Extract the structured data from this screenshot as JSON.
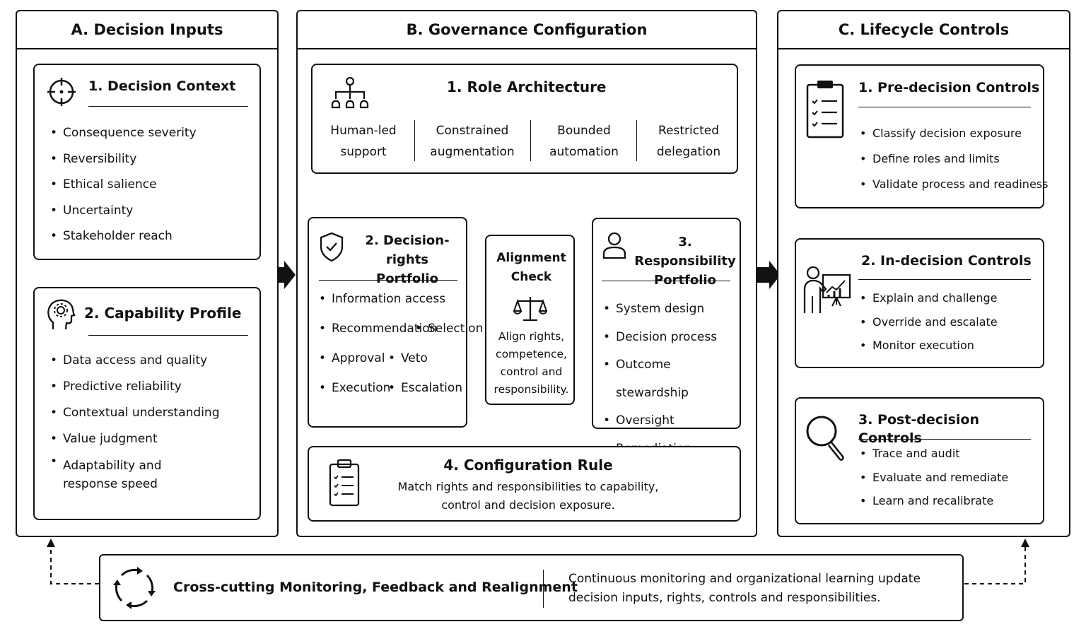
{
  "panelA": {
    "header": "A. Decision Inputs",
    "decision_context": {
      "title": "1. Decision Context",
      "items": [
        "Consequence severity",
        "Reversibility",
        "Ethical salience",
        "Uncertainty",
        "Stakeholder reach"
      ]
    },
    "capability_profile": {
      "title": "2. Capability Profile",
      "items": [
        "Data access and quality",
        "Predictive reliability",
        "Contextual understanding",
        "Value judgment",
        "Adaptability and",
        "response speed"
      ]
    }
  },
  "panelB": {
    "header": "B. Governance Configuration",
    "role_architecture": {
      "title": "1. Role Architecture",
      "roles": [
        {
          "line1": "Human-led",
          "line2": "support"
        },
        {
          "line1": "Constrained",
          "line2": "augmentation"
        },
        {
          "line1": "Bounded",
          "line2": "automation"
        },
        {
          "line1": "Restricted",
          "line2": "delegation"
        }
      ]
    },
    "decision_rights": {
      "title_line1": "2. Decision-rights",
      "title_line2": "Portfolio",
      "items": [
        "Information access",
        "Recommendation",
        "Selection",
        "Approval",
        "Veto",
        "Execution",
        "Escalation"
      ]
    },
    "alignment": {
      "title_line1": "Alignment",
      "title_line2": "Check",
      "text": [
        "Align rights,",
        "competence,",
        "control and",
        "responsibility."
      ]
    },
    "responsibility": {
      "title_line1": "3. Responsibility",
      "title_line2": "Portfolio",
      "items": [
        "System design",
        "Decision process",
        "Outcome stewardship",
        "Oversight",
        "Remediation"
      ]
    },
    "config_rule": {
      "title": "4. Configuration Rule",
      "line1": "Match rights and responsibilities to capability,",
      "line2": "control and decision exposure."
    }
  },
  "panelC": {
    "header": "C. Lifecycle Controls",
    "pre": {
      "title": "1. Pre-decision Controls",
      "items": [
        "Classify decision exposure",
        "Define roles and limits",
        "Validate process and readiness"
      ]
    },
    "in": {
      "title": "2. In-decision Controls",
      "items": [
        "Explain and challenge",
        "Override and escalate",
        "Monitor execution"
      ]
    },
    "post": {
      "title": "3. Post-decision Controls",
      "items": [
        "Trace and audit",
        "Evaluate and remediate",
        "Learn and recalibrate"
      ]
    }
  },
  "footer": {
    "title": "Cross-cutting Monitoring, Feedback and Realignment",
    "line1": "Continuous monitoring and organizational learning update",
    "line2": "decision inputs, rights, controls and responsibilities."
  },
  "icons": {
    "context": "crosshair-icon",
    "capability": "head-gear-icon",
    "roles": "hierarchy-icon",
    "rights": "shield-check-icon",
    "alignment": "scales-icon",
    "responsibility": "person-icon",
    "rule": "clipboard-icon",
    "pre": "checklist-icon",
    "in": "presenter-icon",
    "post": "magnifier-icon",
    "cycle": "cycle-arrows-icon"
  }
}
